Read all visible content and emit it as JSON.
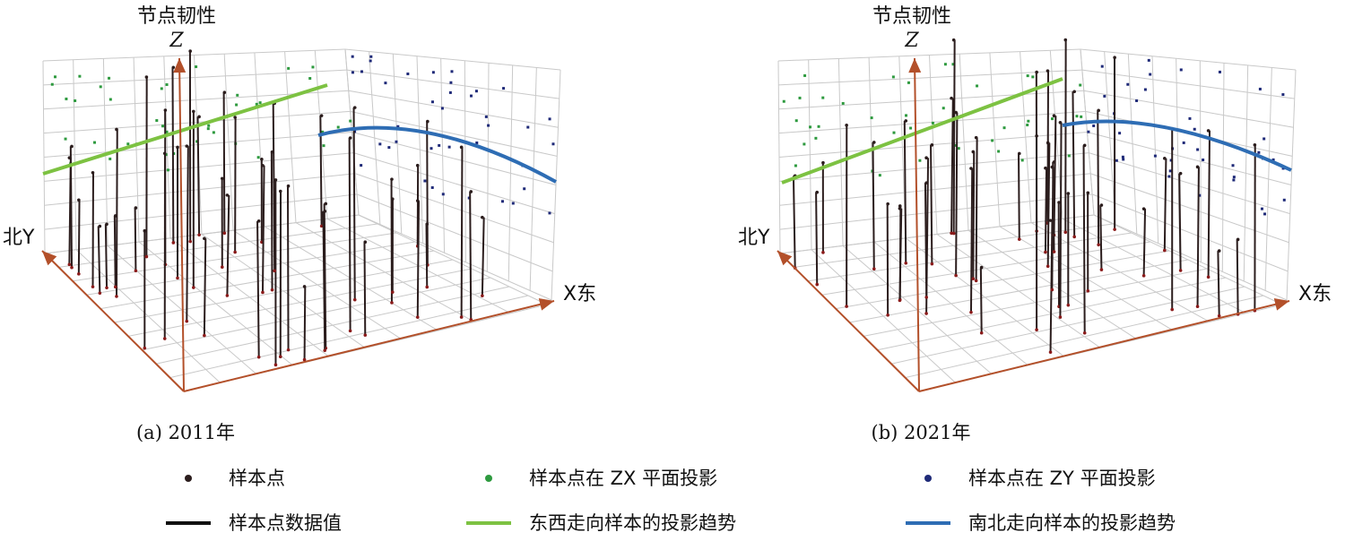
{
  "chart_data": [
    {
      "type": "scatter",
      "panel": "(a) 2011年",
      "z_label": "节点韧性",
      "z_axis": "Z",
      "x_axis": "X东",
      "y_axis": "北Y",
      "caption": "(a) 2011年"
    },
    {
      "type": "scatter",
      "panel": "(b) 2021年",
      "z_label": "节点韧性",
      "z_axis": "Z",
      "x_axis": "X东",
      "y_axis": "北Y",
      "caption": "(b) 2021年"
    }
  ],
  "legend": {
    "items": [
      {
        "label": "样本点",
        "kind": "dot",
        "color": "#2b1d1d"
      },
      {
        "label": "样本点在 ZX 平面投影",
        "kind": "dot",
        "color": "#2e9a3f"
      },
      {
        "label": "样本点在 ZY 平面投影",
        "kind": "dot",
        "color": "#1f2a78"
      },
      {
        "label": "样本点数据值",
        "kind": "line",
        "color": "#111111"
      },
      {
        "label": "东西走向样本的投影趋势",
        "kind": "line",
        "color": "#7dc242"
      },
      {
        "label": "南北走向样本的投影趋势",
        "kind": "line",
        "color": "#2e6db4"
      }
    ]
  },
  "colors": {
    "grid": "#c9c9c9",
    "axis_arrow": "#b3502a",
    "sample_point": "#2b1d1d",
    "base_point": "#8a1a1a",
    "zx_projection": "#2e9a3f",
    "zy_projection": "#1f2a78",
    "ew_trend": "#7dc242",
    "ns_trend": "#2e6db4"
  }
}
